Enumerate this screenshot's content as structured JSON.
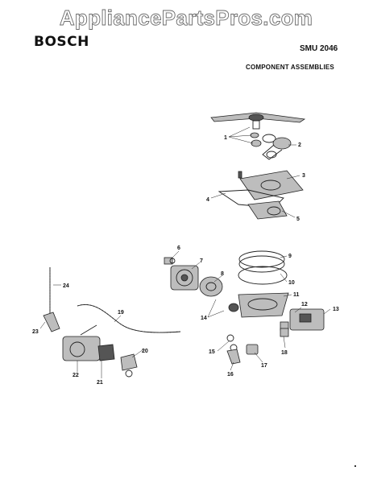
{
  "watermark": {
    "text": "AppliancePartsPros.com"
  },
  "header": {
    "brand": "BOSCH",
    "model": "SMU 2046",
    "section_title": "COMPONENT ASSEMBLIES"
  },
  "callouts": [
    "1",
    "2",
    "3",
    "4",
    "5",
    "6",
    "7",
    "8",
    "9",
    "10",
    "11",
    "12",
    "13",
    "14",
    "15",
    "16",
    "17",
    "18",
    "19",
    "20",
    "21",
    "22",
    "23",
    "24"
  ]
}
